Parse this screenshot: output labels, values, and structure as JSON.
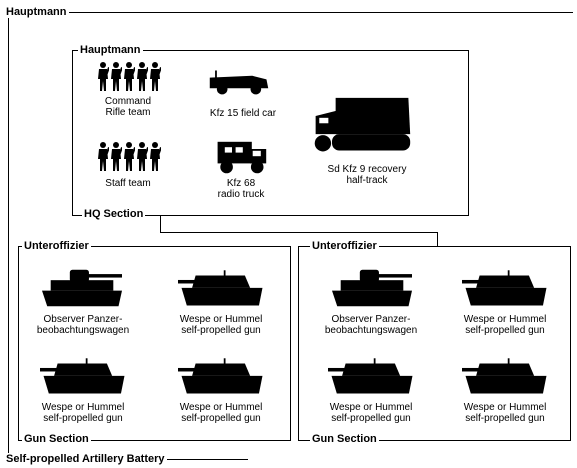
{
  "outer": {
    "top_label": "Hauptmann",
    "bottom_label": "Self-propelled Artillery Battery"
  },
  "hq": {
    "top_label": "Hauptmann",
    "bottom_label": "HQ Section",
    "units": {
      "command": "Command\nRifle team",
      "staff": "Staff team",
      "kfz15": "Kfz 15 field car",
      "kfz68": "Kfz  68\nradio truck",
      "sdkfz9": "Sd Kfz 9 recovery\nhalf-track"
    }
  },
  "gun_sections": [
    {
      "top_label": "Unteroffizier",
      "bottom_label": "Gun Section",
      "units": [
        "Observer Panzer-\nbeobachtungswagen",
        "Wespe or Hummel\nself-propelled gun",
        "Wespe or Hummel\nself-propelled gun",
        "Wespe or Hummel\nself-propelled gun"
      ]
    },
    {
      "top_label": "Unteroffizier",
      "bottom_label": "Gun Section",
      "units": [
        "Observer Panzer-\nbeobachtungswagen",
        "Wespe or Hummel\nself-propelled gun",
        "Wespe or Hummel\nself-propelled gun",
        "Wespe or Hummel\nself-propelled gun"
      ]
    }
  ]
}
